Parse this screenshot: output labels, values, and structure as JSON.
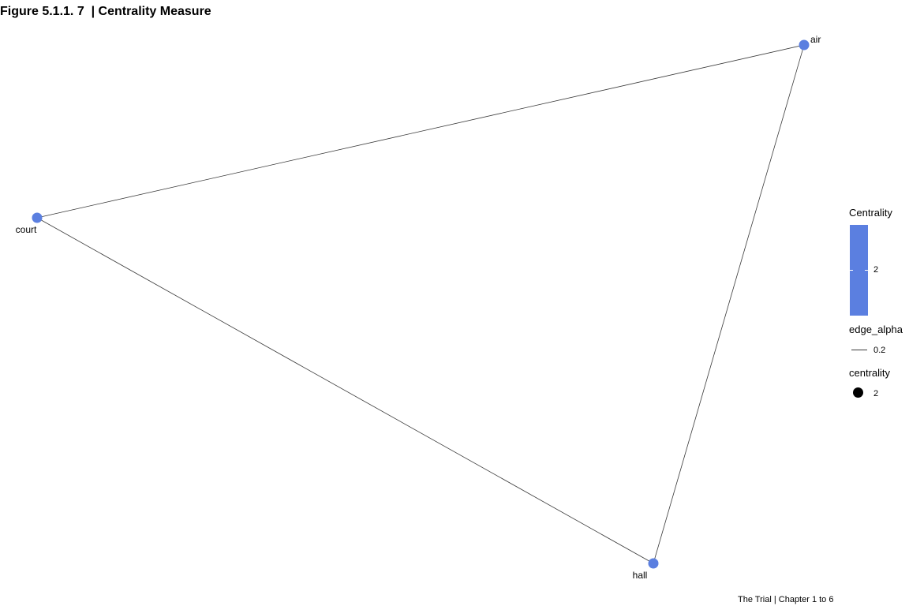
{
  "title": "Figure 5.1.1. 7  | Centrality Measure",
  "caption": "The Trial | Chapter 1 to 6",
  "node_color": "#5b7fe0",
  "edge_color": "#3a3a3a",
  "nodes": [
    {
      "id": "air",
      "label": "air"
    },
    {
      "id": "court",
      "label": "court"
    },
    {
      "id": "hall",
      "label": "hall"
    }
  ],
  "edges": [
    {
      "from": "court",
      "to": "air"
    },
    {
      "from": "court",
      "to": "hall"
    },
    {
      "from": "air",
      "to": "hall"
    }
  ],
  "legend": {
    "colorbar_title": "Centrality",
    "colorbar_value": "2",
    "edge_title": "edge_alpha",
    "edge_value": "0.2",
    "size_title": "centrality",
    "size_value": "2"
  }
}
